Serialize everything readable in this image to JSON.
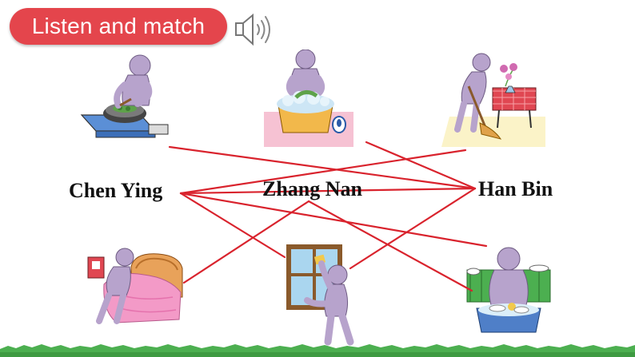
{
  "header": {
    "title": "Listen and match"
  },
  "icons": {
    "audio": "speaker-icon"
  },
  "names": {
    "chen": "Chen Ying",
    "zhang": "Zhang Nan",
    "han": "Han Bin"
  },
  "colors": {
    "accent": "#e4454c",
    "line": "#d9232d",
    "figure": "#b7a3cc",
    "grass": "#4caf50"
  }
}
